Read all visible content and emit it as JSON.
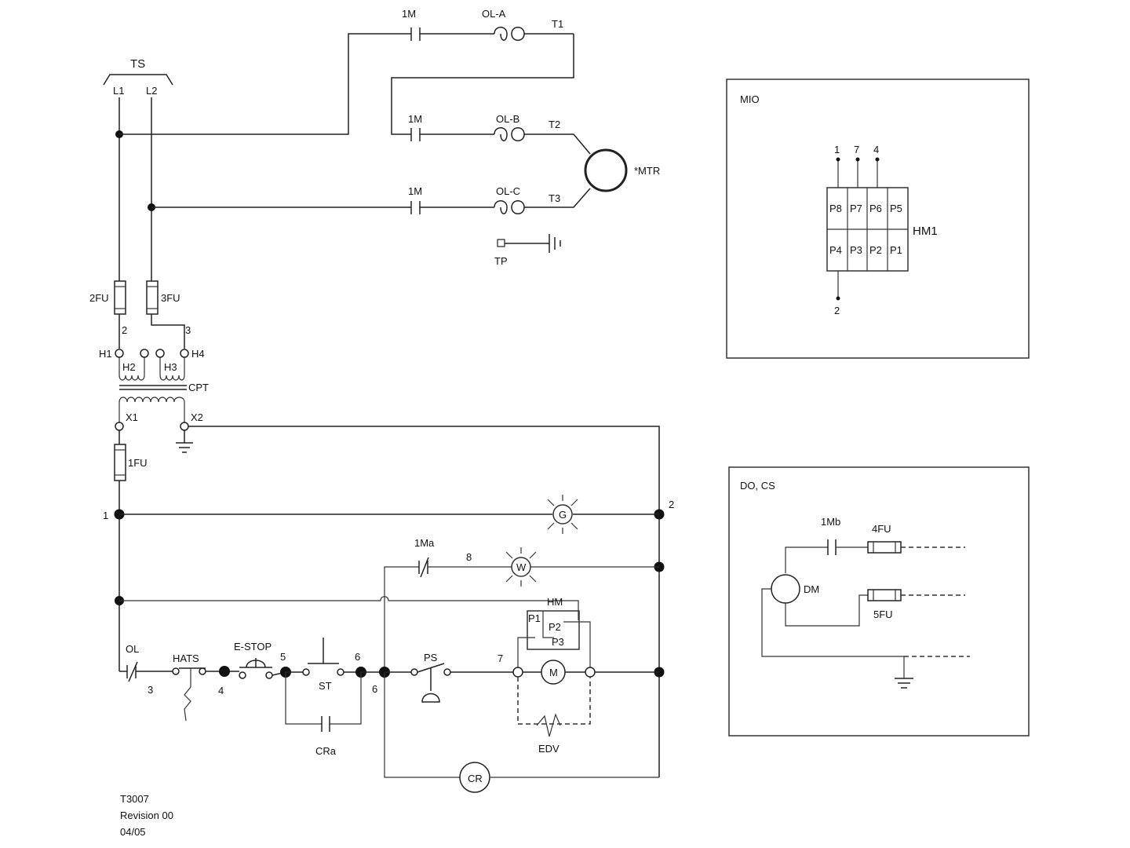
{
  "labels": {
    "ts": "TS",
    "l1": "L1",
    "l2": "L2",
    "m1_a": "1M",
    "m1_b": "1M",
    "m1_c": "1M",
    "ola": "OL-A",
    "olb": "OL-B",
    "olc": "OL-C",
    "t1": "T1",
    "t2": "T2",
    "t3": "T3",
    "mtr": "*MTR",
    "tp": "TP",
    "fu2": "2FU",
    "fu3": "3FU",
    "n2_top": "2",
    "n3_top": "3",
    "h1": "H1",
    "h2": "H2",
    "h3": "H3",
    "h4": "H4",
    "cpt": "CPT",
    "x1": "X1",
    "x2": "X2",
    "fu1": "1FU",
    "node1": "1",
    "node2": "2",
    "g": "G",
    "ma1": "1Ma",
    "node8": "8",
    "w": "W",
    "hm": "HM",
    "p1": "P1",
    "p2": "P2",
    "p3": "P3",
    "ol": "OL",
    "node3": "3",
    "hats": "HATS",
    "node4": "4",
    "estop": "E-STOP",
    "node5": "5",
    "st": "ST",
    "node6a": "6",
    "node6b": "6",
    "ps": "PS",
    "node7": "7",
    "m": "M",
    "edv": "EDV",
    "cra": "CRa",
    "cr": "CR"
  },
  "mio": {
    "title": "MIO",
    "pins_top": [
      "1",
      "7",
      "4"
    ],
    "grid_top": [
      "P8",
      "P7",
      "P6",
      "P5"
    ],
    "grid_bottom": [
      "P4",
      "P3",
      "P2",
      "P1"
    ],
    "module": "HM1",
    "pin_bottom": "2"
  },
  "docs": {
    "title": "DO, CS",
    "mb1": "1Mb",
    "fu4": "4FU",
    "dm": "DM",
    "fu5": "5FU"
  },
  "footer": {
    "drawing": "T3007",
    "revision": "Revision 00",
    "date": "04/05"
  }
}
